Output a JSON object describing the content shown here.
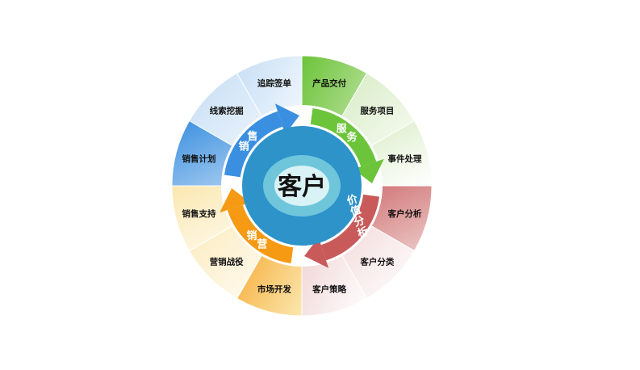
{
  "center_label": "客户",
  "quadrants": [
    {
      "arrow_label": "服务",
      "color": "#6cc43a",
      "light": "#cfe8b8",
      "segments": [
        "产品交付",
        "服务项目",
        "事件处理"
      ]
    },
    {
      "arrow_label": "价值分析",
      "color": "#c85a5a",
      "light": "#ecc8c8",
      "segments": [
        "客户分析",
        "客户分类",
        "客户策略"
      ]
    },
    {
      "arrow_label": "营销",
      "color": "#f59a12",
      "light": "#fbe7b0",
      "segments": [
        "市场开发",
        "营销战役",
        "销售支持"
      ]
    },
    {
      "arrow_label": "销售",
      "color": "#3a8fe0",
      "light": "#c6def5",
      "segments": [
        "销售计划",
        "线索挖掘",
        "追踪签单"
      ]
    }
  ],
  "center_color": "#2e93c9"
}
